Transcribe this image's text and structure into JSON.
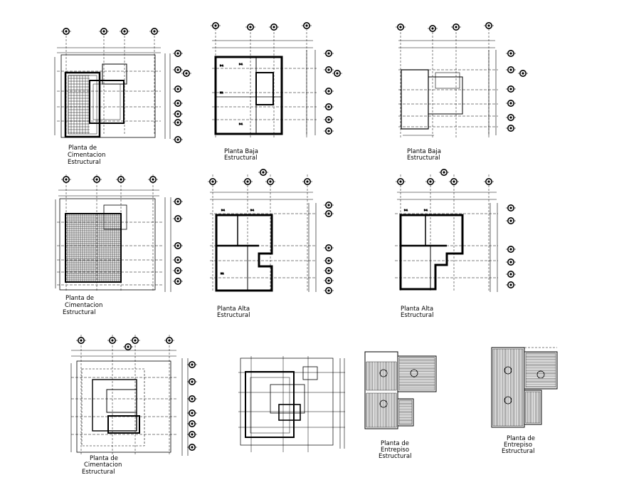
{
  "captions": {
    "p1": [
      "Planta de",
      "Cimentacion",
      "Estructural"
    ],
    "p2": [
      "Planta Baja",
      "Estructural"
    ],
    "p3": [
      "Planta Baja",
      "Estructural"
    ],
    "p4": [
      "Planta de",
      "Cimentacion",
      "Estructural"
    ],
    "p5": [
      "Planta Alta",
      "Estructural"
    ],
    "p6": [
      "Planta Alta",
      "Estructural"
    ],
    "p7": [
      "Planta de",
      "Cimentacion",
      "Estructural"
    ],
    "p9": [
      "Planta de",
      "Entrepiso",
      "Estructural"
    ],
    "p10": [
      "Planta de",
      "Entrepiso",
      "Estructural"
    ]
  },
  "colors": {
    "line": "#000000",
    "background": "#ffffff"
  },
  "icons": {
    "grid_marker": "grid-axis-bubble-icon"
  }
}
